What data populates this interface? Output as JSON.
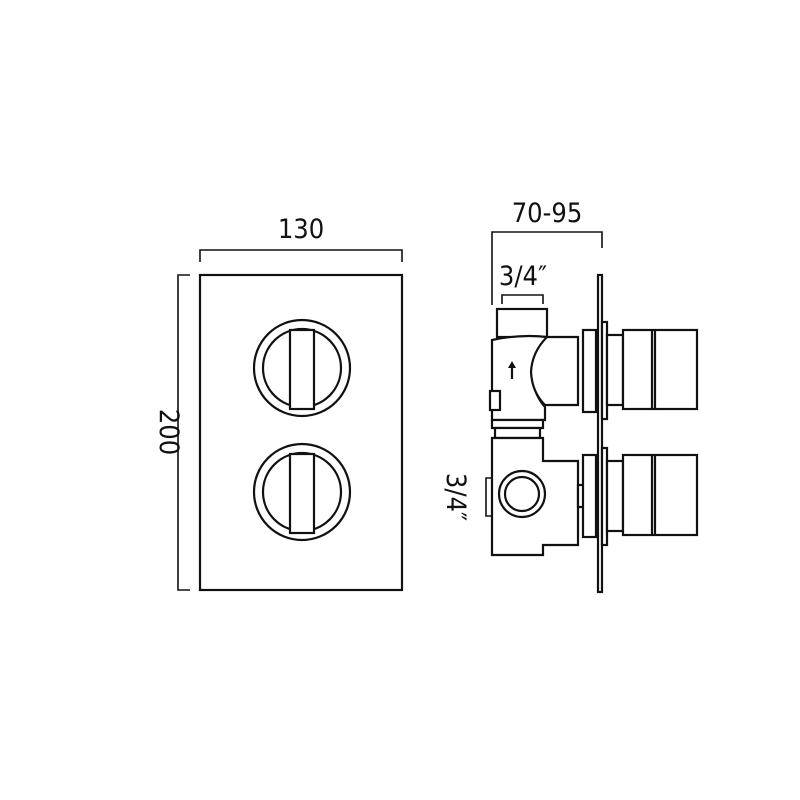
{
  "diagram": {
    "front_view": {
      "width_label": "130",
      "height_label": "200"
    },
    "side_view": {
      "depth_label": "70-95",
      "top_outlet_label": "3/4″",
      "side_outlet_label": "3/4″",
      "flow_arrow_icon": "arrow-up-icon"
    },
    "colors": {
      "line": "#111111",
      "background": "#ffffff"
    }
  }
}
